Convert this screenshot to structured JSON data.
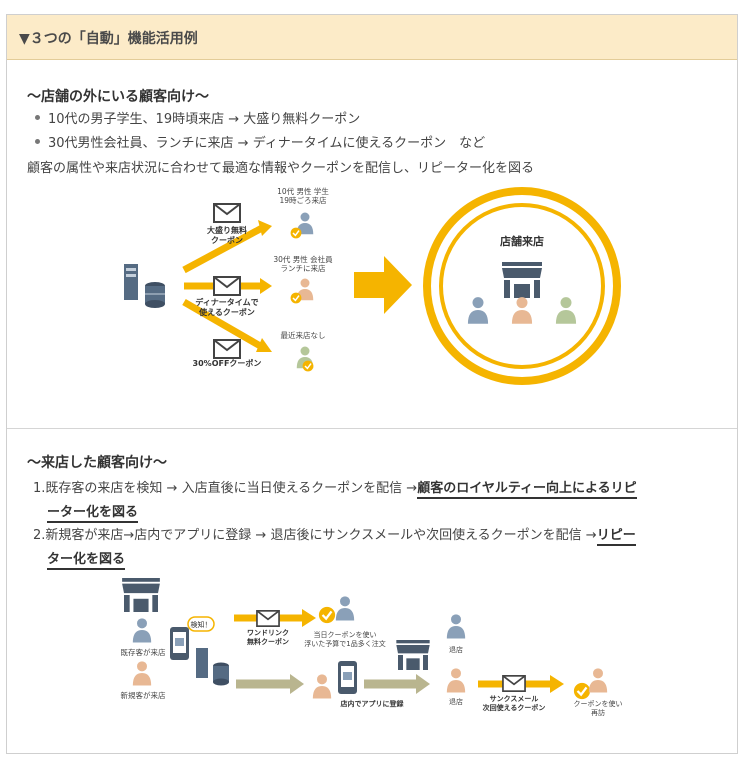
{
  "header": {
    "title": "▼３つの「自動」機能活用例"
  },
  "section1": {
    "title": "〜店舗の外にいる顧客向け〜",
    "bullets": [
      "10代の男子学生、19時頃来店 → 大盛り無料クーポン",
      "30代男性会社員、ランチに来店 → ディナータイムに使えるクーポン　など"
    ],
    "description": "顧客の属性や来店状況に合わせて最適な情報やクーポンを配信し、リピーター化を図る",
    "diagram": {
      "coupon1": [
        "大盛り無料",
        "クーポン"
      ],
      "coupon2": [
        "ディナータイムで",
        "使えるクーポン"
      ],
      "coupon3": "30%OFFクーポン",
      "customer1": [
        "10代 男性 学生",
        "19時ごろ来店"
      ],
      "customer2": [
        "30代 男性 会社員",
        "ランチに来店"
      ],
      "customer3": "最近来店なし",
      "store_label": "店舗来店"
    }
  },
  "section2": {
    "title": "〜来店した顧客向け〜",
    "items": [
      {
        "num": "1.",
        "text": "既存客の来店を検知 → 入店直後に当日使えるクーポンを配信 →",
        "highlight_a": "顧客のロイヤルティー向上によるリピ",
        "highlight_b": "ーター化を図る"
      },
      {
        "num": "2.",
        "text": "新規客が来店→店内でアプリに登録 → 退店後にサンクスメールや次回使えるクーポンを配信 →",
        "highlight_a": "リピー",
        "highlight_b": "ター化を図る"
      }
    ],
    "diagram": {
      "existing": "既存客が来店",
      "new": "新規客が来店",
      "detect": "検知！",
      "drink": [
        "ワンドリンク",
        "無料クーポン"
      ],
      "today": [
        "当日クーポンを使い",
        "浮いた予算で1品多く注文"
      ],
      "register": "店内でアプリに登録",
      "leave1": "退店",
      "leave2": "退店",
      "thanks": [
        "サンクスメール",
        "次回使えるクーポン"
      ],
      "revisit": [
        "クーポンを使い",
        "再訪"
      ]
    }
  },
  "colors": {
    "accent": "#f5b400",
    "header_bg": "#fcebc8",
    "blue": "#8aa0b8",
    "peach": "#e8b894",
    "green": "#b5c79a",
    "grey_arrow": "#b9b58f"
  }
}
